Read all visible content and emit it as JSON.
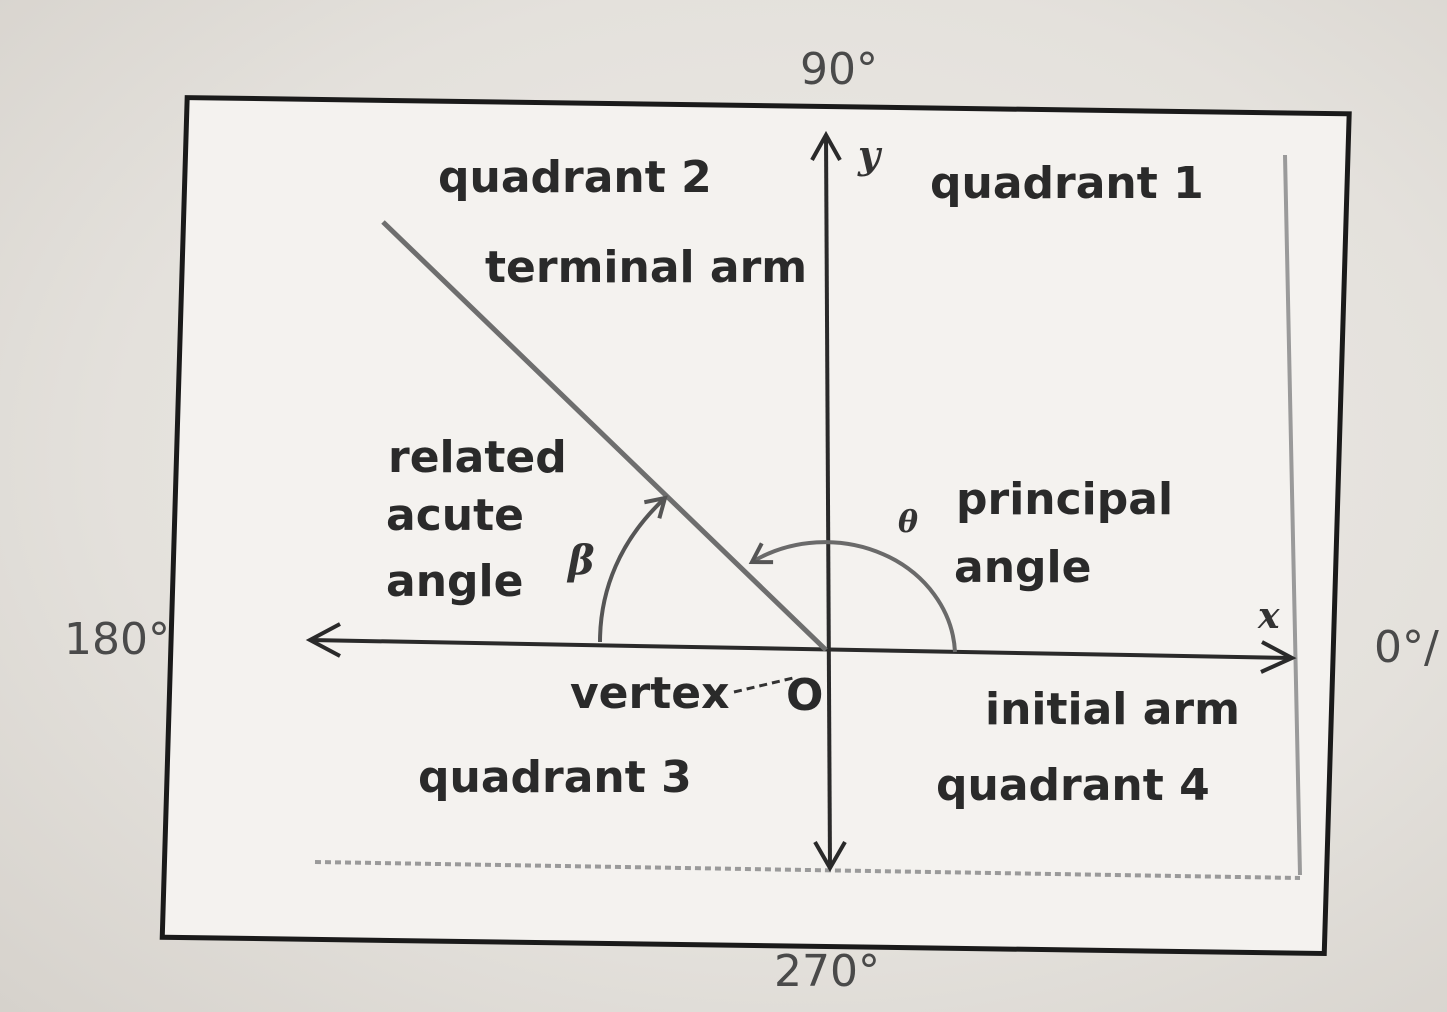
{
  "labels": {
    "quadrant1": "quadrant 1",
    "quadrant2": "quadrant 2",
    "quadrant3": "quadrant 3",
    "quadrant4": "quadrant 4",
    "terminal_arm": "terminal arm",
    "initial_arm": "initial arm",
    "related_acute_angle_line1": "related",
    "related_acute_angle_line2": "acute",
    "related_acute_angle_line3": "angle",
    "principal_angle_line1": "principal",
    "principal_angle_line2": "angle",
    "vertex": "vertex",
    "origin": "O",
    "beta": "β",
    "theta": "θ",
    "x_axis": "x",
    "y_axis": "y"
  },
  "handwritten": {
    "top": "90°",
    "left": "180°",
    "right": "0°/",
    "bottom": "270°"
  },
  "colors": {
    "frame": "#1a1a1a",
    "axes": "#2a2a2a",
    "arm": "#6e6e6e",
    "text": "#2a2a2a"
  }
}
